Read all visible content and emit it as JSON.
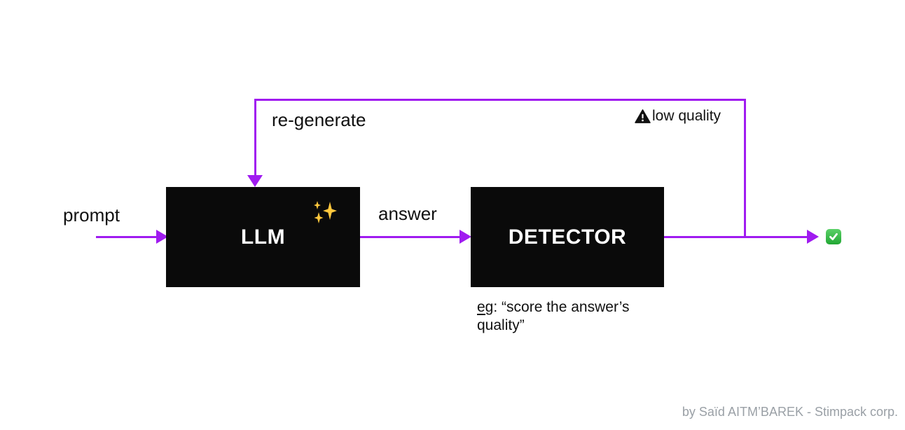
{
  "colors": {
    "accent_purple": "#A01BF0",
    "node_black": "#0a0a0a",
    "node_text_white": "#ffffff",
    "text_black": "#111111",
    "credit_gray": "#9aa0a6",
    "check_green": "#2eb03c",
    "sparkle_gold": "#FFC83D"
  },
  "nodes": {
    "llm": {
      "label": "LLM"
    },
    "detector": {
      "label": "DETECTOR"
    }
  },
  "edges": {
    "input_label": "prompt",
    "output_label": "answer",
    "feedback_label": "re-generate",
    "feedback_condition": "low quality"
  },
  "caption": {
    "term": "eg",
    "text": ": “score the answer’s quality”"
  },
  "icons": {
    "sparkles": "✨",
    "warning": "⚠",
    "success_check": "✅"
  },
  "footer": {
    "credit": "by Saïd AITM’BAREK - Stimpack corp."
  }
}
